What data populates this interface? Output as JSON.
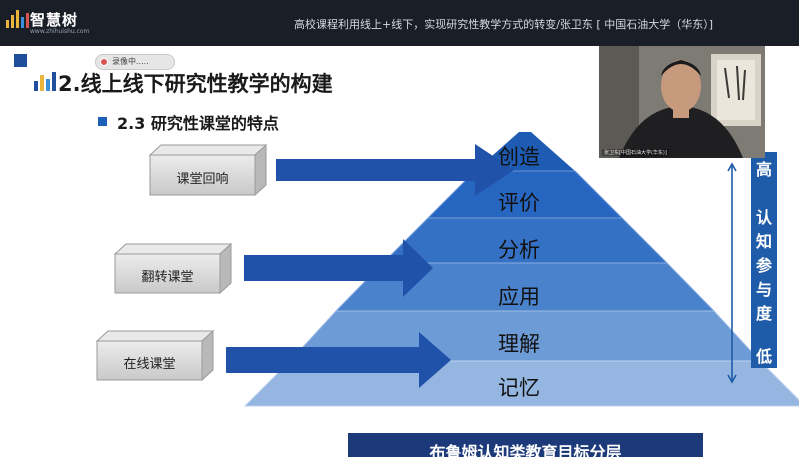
{
  "app": {
    "logo_text": "智慧树",
    "logo_sub": "www.zhihuishu.com",
    "course_title": "高校课程利用线上+线下，实现研究性教学方式的转变/张卫东 [ 中国石油大学（华东）]"
  },
  "recording": {
    "label": "录像中....."
  },
  "slide": {
    "heading": "2.线上线下研究性教学的构建",
    "subheading": "2.3 研究性课堂的特点",
    "classrooms": [
      {
        "label": "课堂回响"
      },
      {
        "label": "翻转课堂"
      },
      {
        "label": "在线课堂"
      }
    ],
    "pyramid_levels": [
      "创造",
      "评价",
      "分析",
      "应用",
      "理解",
      "记忆"
    ],
    "scale": {
      "high": "高",
      "middle": [
        "认",
        "知",
        "参",
        "与",
        "度"
      ],
      "low": "低"
    },
    "banner": "布鲁姆认知类教育目标分层"
  },
  "webcam": {
    "caption": "张卫东[中国石油大学(华东)]"
  },
  "colors": {
    "topbar": "#1a1e27",
    "logo_yellow": "#e9b53a",
    "arrow_blue": "#1f52a8",
    "scale_blue": "#1e5ba8",
    "banner_navy": "#1c3a7a"
  }
}
